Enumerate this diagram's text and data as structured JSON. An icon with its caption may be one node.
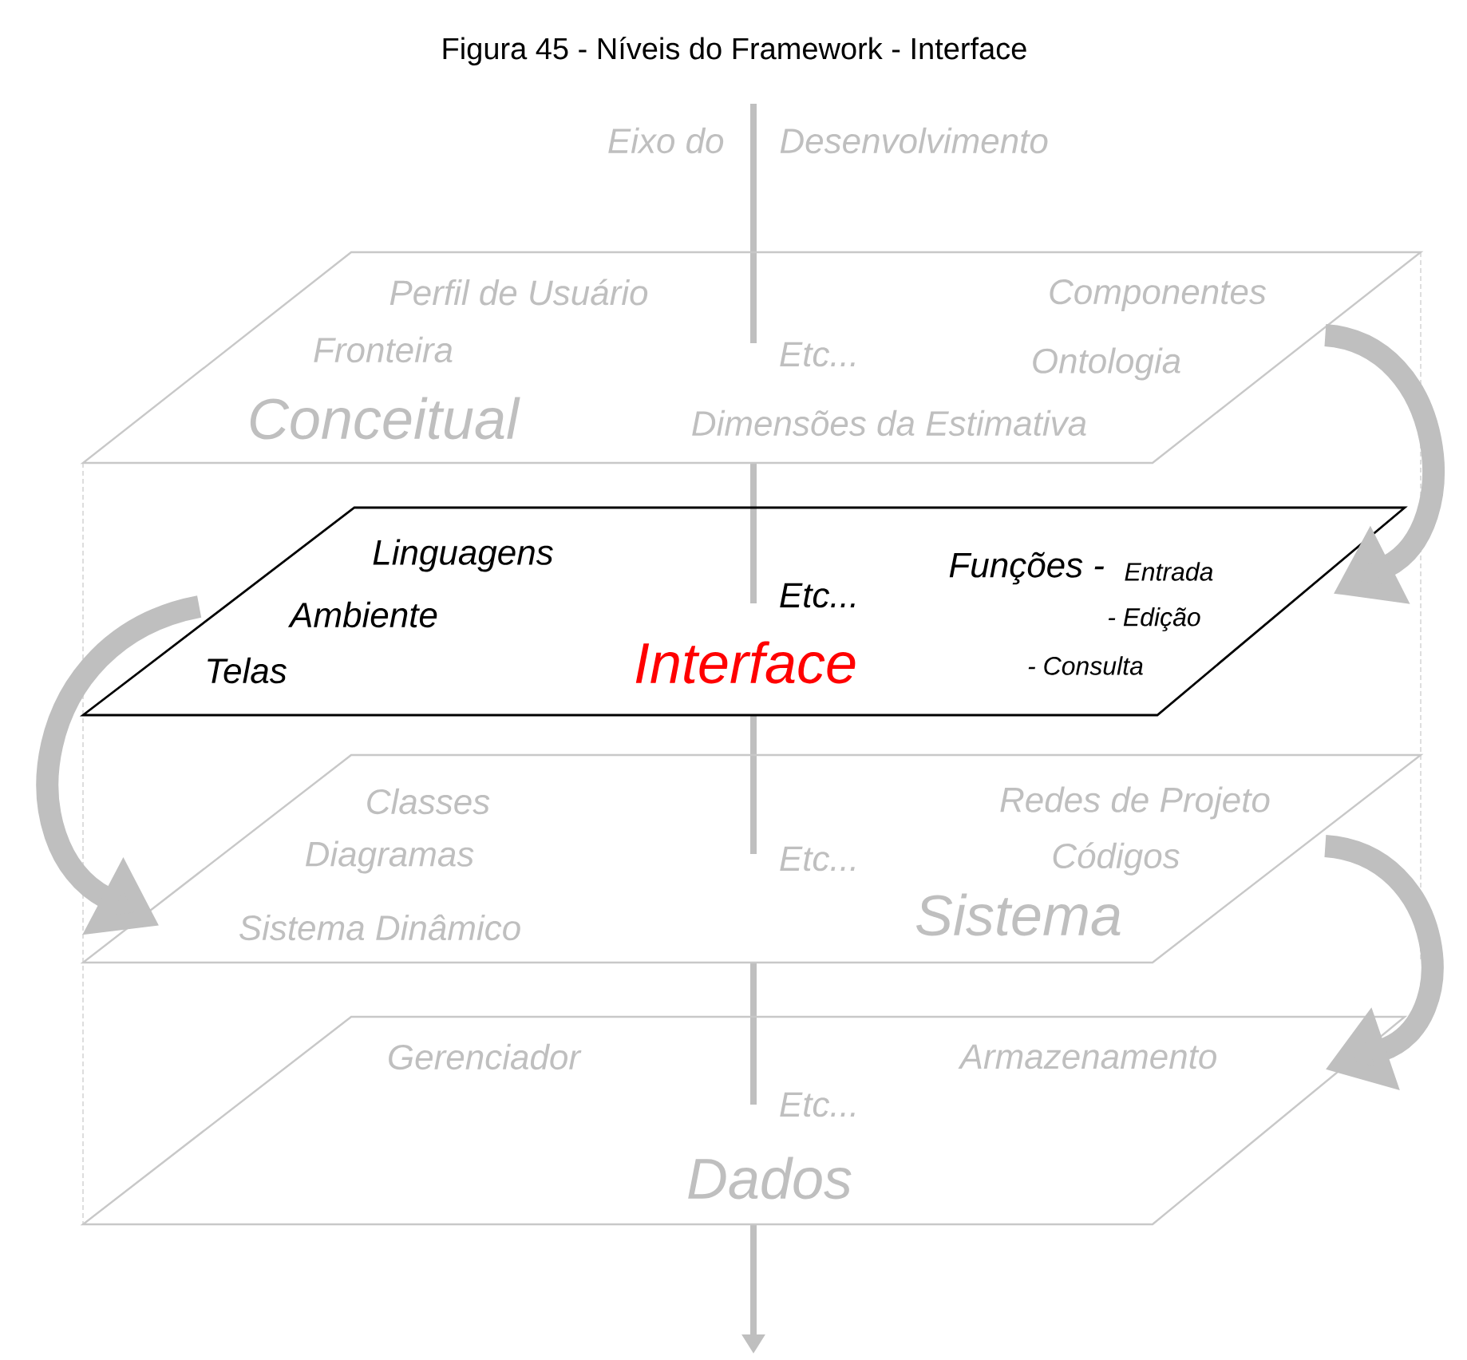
{
  "diagram": {
    "title": "Figura 45 - Níveis do Framework - Interface",
    "nodes": [
      {
        "text": [
          "Conceitual",
          "Perfil de Usuário",
          "Componentes",
          "Fronteira",
          "Etc...",
          "Ontologia",
          "Dimensões da Estimativa"
        ]
      },
      {
        "text": [
          "Interface",
          "Linguagens",
          "Funções -",
          "Entrada",
          "- Edição",
          "- Consulta",
          "Ambiente",
          "Etc...",
          "Telas"
        ]
      },
      {
        "text": [
          "Sistema",
          "Classes",
          "Redes de Projeto",
          "Diagramas",
          "Etc...",
          "Códigos",
          "Sistema Dinâmico"
        ]
      },
      {
        "text": [
          "Dados",
          "Gerenciador",
          "Armazenamento",
          "Etc..."
        ]
      }
    ],
    "edges": [
      {
        "from": 0,
        "to": 1,
        "arrow": "to"
      },
      {
        "from": 1,
        "to": 2,
        "arrow": "to"
      },
      {
        "from": 2,
        "to": 3,
        "arrow": "to"
      }
    ],
    "labels": [
      "Eixo do",
      "Desenvolvimento"
    ]
  }
}
